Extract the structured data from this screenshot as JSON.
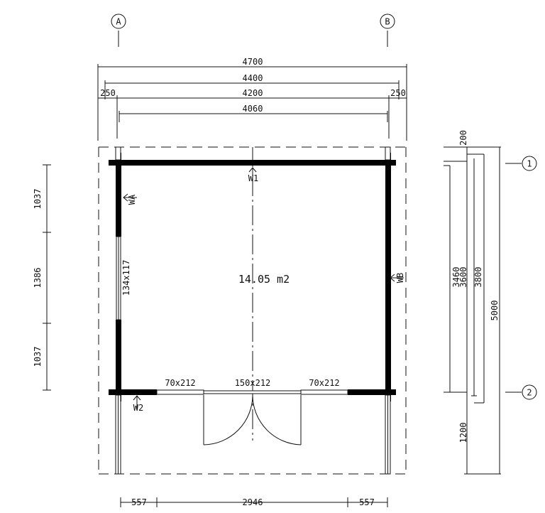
{
  "grid": {
    "columns": [
      "A",
      "B"
    ],
    "rows": [
      "1",
      "2"
    ]
  },
  "top_dimensions": {
    "overall": "4700",
    "roof": "4400",
    "walls": "4200",
    "inner": "4060",
    "overhang_left": "250",
    "overhang_right": "250"
  },
  "left_dimensions": [
    "1037",
    "1386",
    "1037"
  ],
  "right_dimensions": {
    "ridge": "200",
    "inner": "3460",
    "walls": "3600",
    "roof": "3800",
    "overall": "5000",
    "porch": "1200"
  },
  "bottom_dimensions": [
    "557",
    "2946",
    "557"
  ],
  "room": {
    "area": "14.05 m2"
  },
  "openings": {
    "left_window": "134x117",
    "front_window_left": "70x212",
    "front_door": "150x212",
    "front_window_right": "70x212"
  },
  "wall_markers": [
    "W1",
    "WA",
    "WB",
    "W2"
  ]
}
